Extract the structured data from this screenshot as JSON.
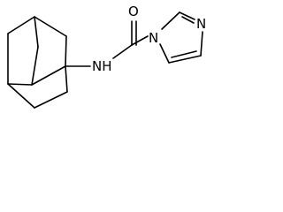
{
  "molecule": {
    "atoms": {
      "oxygen": "O",
      "amide_nitrogen": "NH",
      "imidazole_n1": "N",
      "imidazole_n3": "N"
    },
    "bond_color": "#000000",
    "label_color": "#000000",
    "background": "#ffffff"
  }
}
